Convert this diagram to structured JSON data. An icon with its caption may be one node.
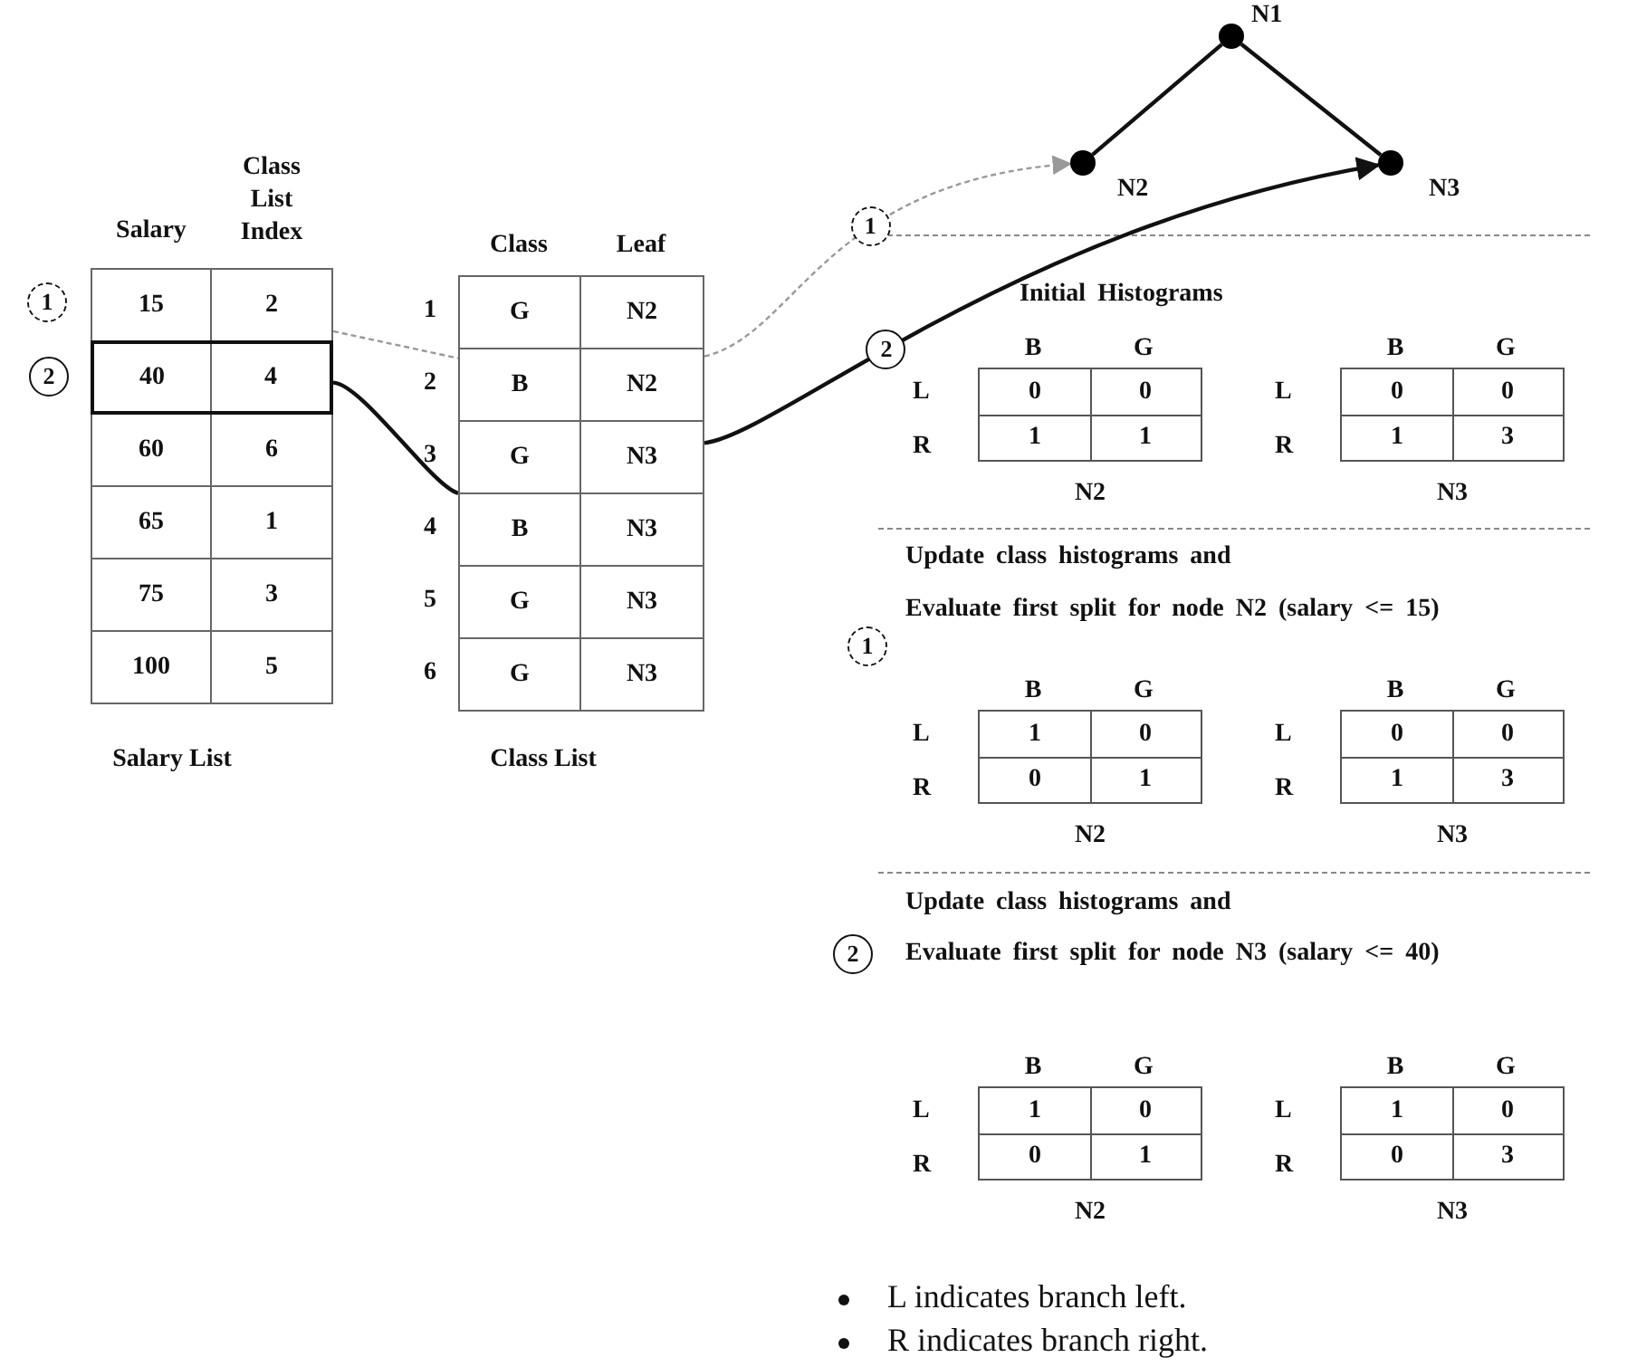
{
  "diagram": {
    "nodes": [
      {
        "text": [
          "Salary",
          "Class List Index",
          "Salary List"
        ]
      },
      {
        "text": [
          "15",
          "2"
        ],
        "in": 0,
        "beside": [
          "1"
        ]
      },
      {
        "text": [
          "40",
          "4"
        ],
        "in": 0,
        "beside": [
          "2"
        ]
      },
      {
        "text": [
          "60",
          "6"
        ],
        "in": 0
      },
      {
        "text": [
          "65",
          "1"
        ],
        "in": 0
      },
      {
        "text": [
          "75",
          "3"
        ],
        "in": 0
      },
      {
        "text": [
          "100",
          "5"
        ],
        "in": 0
      },
      {
        "text": [
          "Class",
          "Leaf",
          "Class List"
        ]
      },
      {
        "text": [
          "G",
          "N2"
        ],
        "in": 7,
        "beside": [
          "1"
        ]
      },
      {
        "text": [
          "B",
          "N2"
        ],
        "in": 7,
        "beside": [
          "2"
        ]
      },
      {
        "text": [
          "G",
          "N3"
        ],
        "in": 7,
        "beside": [
          "3"
        ]
      },
      {
        "text": [
          "B",
          "N3"
        ],
        "in": 7,
        "beside": [
          "4"
        ]
      },
      {
        "text": [
          "G",
          "N3"
        ],
        "in": 7,
        "beside": [
          "5"
        ]
      },
      {
        "text": [
          "G",
          "N3"
        ],
        "in": 7,
        "beside": [
          "6"
        ]
      },
      {
        "text": [],
        "shape": "circle",
        "beside": [
          "N1"
        ]
      },
      {
        "text": [],
        "shape": "circle",
        "beside": [
          "N2"
        ]
      },
      {
        "text": [],
        "shape": "circle",
        "beside": [
          "N3"
        ]
      },
      {
        "text": [
          "B",
          "G",
          "L",
          "R",
          "0",
          "0",
          "1",
          "1",
          "N2"
        ]
      },
      {
        "text": [
          "B",
          "G",
          "L",
          "R",
          "0",
          "0",
          "1",
          "3",
          "N3"
        ]
      },
      {
        "text": [
          "B",
          "G",
          "L",
          "R",
          "1",
          "0",
          "0",
          "1",
          "N2"
        ]
      },
      {
        "text": [
          "B",
          "G",
          "L",
          "R",
          "0",
          "0",
          "1",
          "3",
          "N3"
        ]
      },
      {
        "text": [
          "B",
          "G",
          "L",
          "R",
          "1",
          "0",
          "0",
          "1",
          "N2"
        ]
      },
      {
        "text": [
          "B",
          "G",
          "L",
          "R",
          "1",
          "0",
          "0",
          "3",
          "N3"
        ]
      }
    ],
    "edges": [
      {
        "from": 1,
        "to": 9,
        "arrow": "none",
        "style": "dashed",
        "color": "#999999"
      },
      {
        "from": 2,
        "to": 11,
        "arrow": "none"
      },
      {
        "from": 9,
        "to": 15,
        "arrow": "to",
        "label": "1",
        "style": "dashed",
        "color": "#999999"
      },
      {
        "from": 10,
        "to": 16,
        "arrow": "to",
        "label": "2"
      },
      {
        "from": 14,
        "to": 15,
        "arrow": "none"
      },
      {
        "from": 14,
        "to": 16,
        "arrow": "none"
      }
    ],
    "labels": [
      "Initial Histograms",
      "Update class histograms and",
      "Evaluate first split for node N2 (salary <= 15)",
      "1",
      "Update class histograms and",
      "Evaluate first split for node N3 (salary <= 40)",
      "2",
      "L indicates branch left.",
      "R indicates branch right."
    ]
  }
}
